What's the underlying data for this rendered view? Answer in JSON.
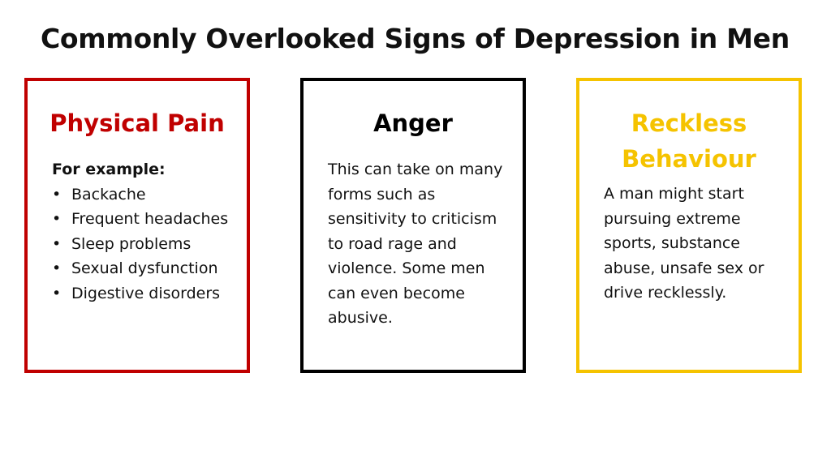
{
  "title": "Commonly Overlooked Signs of Depression in Men",
  "cards": [
    {
      "heading": "Physical Pain",
      "color": "#C00000",
      "intro": "For example:",
      "bullets": [
        "Backache",
        "Frequent headaches",
        "Sleep problems",
        "Sexual dysfunction",
        "Digestive disorders"
      ]
    },
    {
      "heading": "Anger",
      "color": "#000000",
      "text": "This can take on many forms such as sensitivity to criticism to road rage and violence. Some men can even become abusive."
    },
    {
      "heading": "Reckless Behaviour",
      "color": "#F5C300",
      "text": "A man might start pursuing extreme sports, substance abuse, unsafe sex or drive recklessly."
    }
  ]
}
